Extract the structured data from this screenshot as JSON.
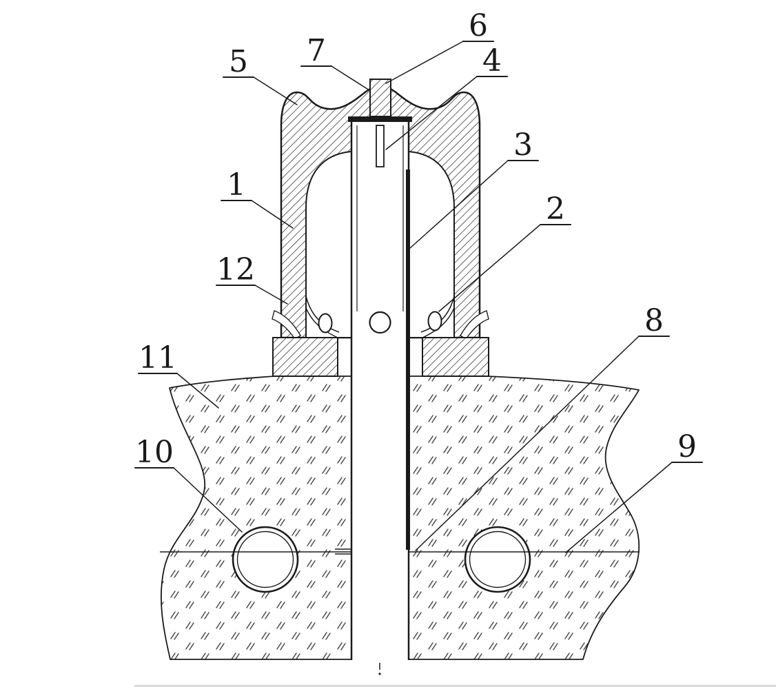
{
  "figure": {
    "type": "patent-cross-section-drawing",
    "background": "#ffffff",
    "ink": "#1a1a1a",
    "hatch_color": "#222222",
    "ground_mark_color": "#4a4a4a",
    "callouts": {
      "c1": "1",
      "c2": "2",
      "c3": "3",
      "c4": "4",
      "c5": "5",
      "c6": "6",
      "c7": "7",
      "c8": "8",
      "c9": "9",
      "c10": "10",
      "c11": "11",
      "c12": "12"
    }
  }
}
